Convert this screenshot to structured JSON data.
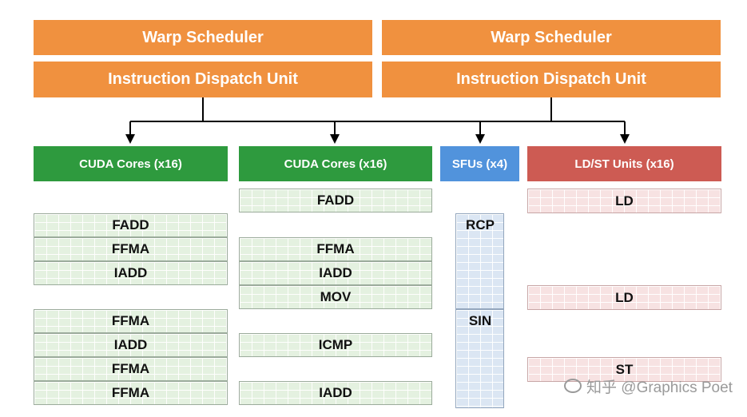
{
  "schedulers": [
    {
      "warp_scheduler": "Warp Scheduler",
      "dispatch_unit": "Instruction Dispatch Unit"
    },
    {
      "warp_scheduler": "Warp Scheduler",
      "dispatch_unit": "Instruction Dispatch Unit"
    }
  ],
  "units": {
    "cuda1": "CUDA Cores (x16)",
    "cuda2": "CUDA Cores (x16)",
    "sfu": "SFUs (x4)",
    "ldst": "LD/ST Units (x16)"
  },
  "cuda1_ops": [
    "FADD",
    "FFMA",
    "IADD",
    "FFMA",
    "IADD",
    "FFMA",
    "FFMA"
  ],
  "cuda2_ops": [
    "FADD",
    "FFMA",
    "IADD",
    "MOV",
    "ICMP",
    "IADD"
  ],
  "sfu_ops": [
    "RCP",
    "SIN"
  ],
  "ldst_ops": [
    "LD",
    "LD",
    "ST"
  ],
  "watermark": "知乎 @Graphics Poet",
  "colors": {
    "orange": "#f0913f",
    "green": "#2e9a3e",
    "blue": "#5193dc",
    "red": "#cd5b53"
  }
}
